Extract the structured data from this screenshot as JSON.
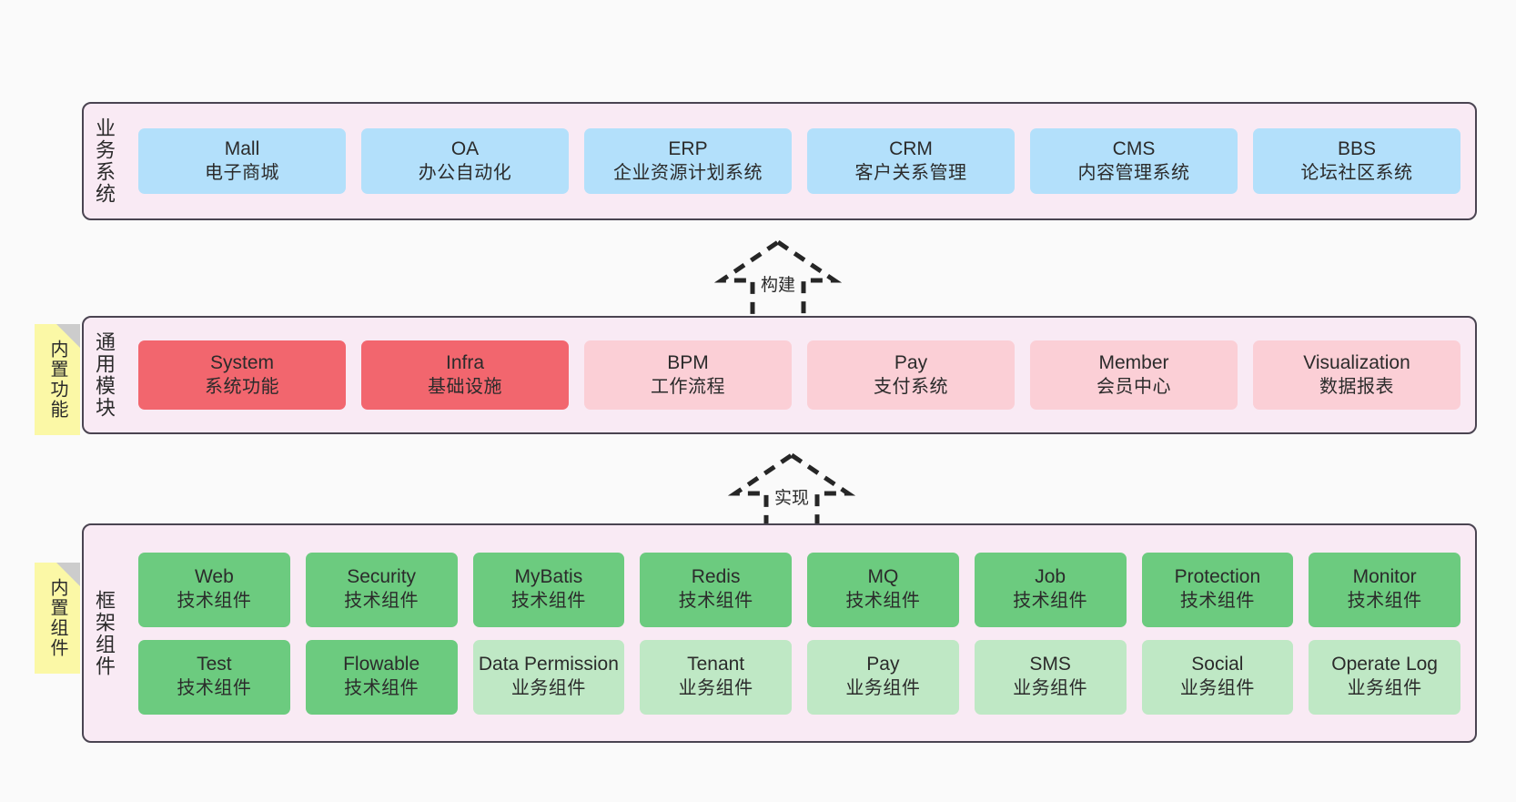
{
  "diagram": {
    "background": "#fafafa",
    "panel_fill": "#f9eaf4",
    "panel_border": "#4a4451",
    "note_fill": "#fbf8a6"
  },
  "layers": [
    {
      "id": "business",
      "title": "业务系统",
      "rows": [
        {
          "nodes": [
            {
              "en": "Mall",
              "cn": "电子商城",
              "color": "blue"
            },
            {
              "en": "OA",
              "cn": "办公自动化",
              "color": "blue"
            },
            {
              "en": "ERP",
              "cn": "企业资源计划系统",
              "color": "blue"
            },
            {
              "en": "CRM",
              "cn": "客户关系管理",
              "color": "blue"
            },
            {
              "en": "CMS",
              "cn": "内容管理系统",
              "color": "blue"
            },
            {
              "en": "BBS",
              "cn": "论坛社区系统",
              "color": "blue"
            }
          ]
        }
      ]
    },
    {
      "id": "common",
      "title": "通用模块",
      "note": "内置功能",
      "rows": [
        {
          "nodes": [
            {
              "en": "System",
              "cn": "系统功能",
              "color": "red"
            },
            {
              "en": "Infra",
              "cn": "基础设施",
              "color": "red"
            },
            {
              "en": "BPM",
              "cn": "工作流程",
              "color": "pink"
            },
            {
              "en": "Pay",
              "cn": "支付系统",
              "color": "pink"
            },
            {
              "en": "Member",
              "cn": "会员中心",
              "color": "pink"
            },
            {
              "en": "Visualization",
              "cn": "数据报表",
              "color": "pink"
            }
          ]
        }
      ]
    },
    {
      "id": "framework",
      "title": "框架组件",
      "note": "内置组件",
      "rows": [
        {
          "nodes": [
            {
              "en": "Web",
              "cn": "技术组件",
              "color": "green"
            },
            {
              "en": "Security",
              "cn": "技术组件",
              "color": "green"
            },
            {
              "en": "MyBatis",
              "cn": "技术组件",
              "color": "green"
            },
            {
              "en": "Redis",
              "cn": "技术组件",
              "color": "green"
            },
            {
              "en": "MQ",
              "cn": "技术组件",
              "color": "green"
            },
            {
              "en": "Job",
              "cn": "技术组件",
              "color": "green"
            },
            {
              "en": "Protection",
              "cn": "技术组件",
              "color": "green"
            },
            {
              "en": "Monitor",
              "cn": "技术组件",
              "color": "green"
            }
          ]
        },
        {
          "nodes": [
            {
              "en": "Test",
              "cn": "技术组件",
              "color": "green"
            },
            {
              "en": "Flowable",
              "cn": "技术组件",
              "color": "green"
            },
            {
              "en": "Data Permission",
              "cn": "业务组件",
              "color": "lgreen",
              "wrap": true
            },
            {
              "en": "Tenant",
              "cn": "业务组件",
              "color": "lgreen"
            },
            {
              "en": "Pay",
              "cn": "业务组件",
              "color": "lgreen"
            },
            {
              "en": "SMS",
              "cn": "业务组件",
              "color": "lgreen"
            },
            {
              "en": "Social",
              "cn": "业务组件",
              "color": "lgreen"
            },
            {
              "en": "Operate Log",
              "cn": "业务组件",
              "color": "lgreen"
            }
          ]
        }
      ]
    }
  ],
  "connectors": [
    {
      "id": "build",
      "label": "构建"
    },
    {
      "id": "implement",
      "label": "实现"
    }
  ]
}
